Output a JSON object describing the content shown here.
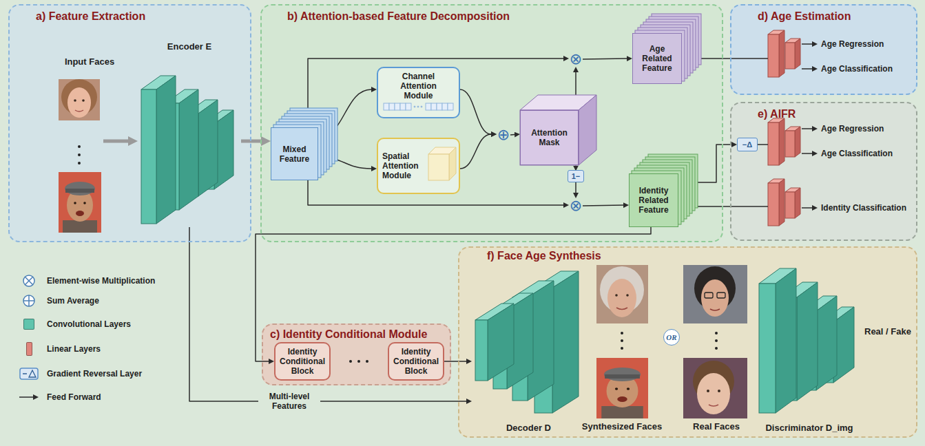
{
  "diagram": {
    "nodes": [
      {
        "text": [
          "a) Feature Extraction"
        ]
      },
      {
        "text": [
          "Encoder E"
        ],
        "in": 0
      },
      {
        "text": [
          "b) Attention-based Feature Decomposition"
        ]
      },
      {
        "text": [
          "Mixed Feature"
        ],
        "in": 2
      },
      {
        "text": [
          "Channel Attention Module"
        ],
        "in": 2
      },
      {
        "text": [
          "Spatial Attention Module"
        ],
        "in": 2
      },
      {
        "text": [
          "⊕"
        ],
        "in": 2
      },
      {
        "text": [
          "Attention Mask"
        ],
        "in": 2
      },
      {
        "text": [
          "⊗"
        ],
        "in": 2
      },
      {
        "text": [
          "Age Related Feature"
        ],
        "in": 2
      },
      {
        "text": [
          "1−"
        ],
        "in": 2
      },
      {
        "text": [
          "⊗"
        ],
        "in": 2
      },
      {
        "text": [
          "Identity Related Feature"
        ],
        "in": 2
      },
      {
        "text": [
          "d) Age Estimation"
        ]
      },
      {
        "text": [
          "e) AIFR"
        ]
      },
      {
        "text": [
          "−Δ"
        ],
        "in": 14
      },
      {
        "text": [
          "c) Identity Conditional Module"
        ]
      },
      {
        "text": [
          "Identity Conditional Block"
        ],
        "in": 16
      },
      {
        "text": [
          "Identity Conditional Block"
        ],
        "in": 16
      },
      {
        "text": [
          "f) Face Age Synthesis"
        ]
      },
      {
        "text": [
          "Decoder D"
        ],
        "in": 19
      },
      {
        "text": [
          "OR"
        ],
        "in": 19
      },
      {
        "text": [
          "Discriminator D_img"
        ],
        "in": 19
      }
    ],
    "edges": [
      {
        "from": 1,
        "to": 3,
        "arrow": "to"
      },
      {
        "from": 3,
        "to": 8,
        "arrow": "to"
      },
      {
        "from": 3,
        "to": 11,
        "arrow": "to"
      },
      {
        "from": 3,
        "to": 4,
        "arrow": "to"
      },
      {
        "from": 3,
        "to": 5,
        "arrow": "to"
      },
      {
        "from": 4,
        "to": 6,
        "arrow": "to"
      },
      {
        "from": 5,
        "to": 6,
        "arrow": "to"
      },
      {
        "from": 6,
        "to": 7,
        "arrow": "to"
      },
      {
        "from": 7,
        "to": 8,
        "arrow": "to"
      },
      {
        "from": 7,
        "to": 10,
        "arrow": "to"
      },
      {
        "from": 10,
        "to": 11,
        "arrow": "to"
      },
      {
        "from": 8,
        "to": 9,
        "arrow": "to"
      },
      {
        "from": 11,
        "to": 12,
        "arrow": "to"
      },
      {
        "from": 9,
        "to": 13,
        "arrow": "none"
      },
      {
        "from": 12,
        "to": 15,
        "arrow": "to"
      },
      {
        "from": 12,
        "to": 14,
        "arrow": "none"
      },
      {
        "from": 12,
        "to": 17,
        "arrow": "to"
      },
      {
        "from": 18,
        "to": 20,
        "arrow": "to"
      },
      {
        "from": 1,
        "to": 20,
        "label": "Multi-level Features",
        "arrow": "to"
      }
    ],
    "labels": [
      "Input Faces",
      "Age Regression",
      "Age Classification",
      "Age Regression",
      "Age Classification",
      "Identity Classification",
      "Synthesized Faces",
      "Real Faces",
      "Real / Fake"
    ],
    "legend": [
      {
        "text": "Element-wise Multiplication"
      },
      {
        "text": "Sum Average"
      },
      {
        "text": "Convolutional Layers",
        "color": "#5fc4ad"
      },
      {
        "text": "Linear Layers",
        "color": "#e0857c"
      },
      {
        "text": "Gradient Reversal Layer"
      },
      {
        "text": "Feed Forward"
      }
    ]
  }
}
